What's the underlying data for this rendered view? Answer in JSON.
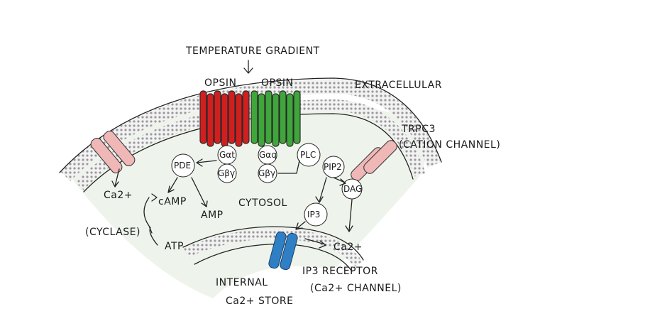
{
  "labels": {
    "temperature_gradient": "TEMPERATURE GRADIENT",
    "opsin_left": "OPSIN",
    "opsin_right": "OPSIN",
    "extracellular": "EXTRACELLULAR",
    "trpc3": "TRPC3",
    "cation_channel": "(CATION CHANNEL)",
    "cytosol": "CYTOSOL",
    "ip3_receptor": "IP3 RECEPTOR",
    "ca_channel": "(Ca2+ CHANNEL)",
    "internal": "INTERNAL",
    "ca_store": "Ca2+ STORE"
  },
  "molecules": {
    "g_alpha_t": "Gαt",
    "g_beta_gamma_left": "Gβγ",
    "g_alpha_q": "Gαq",
    "g_beta_gamma_right": "Gβγ",
    "pde": "PDE",
    "plc": "PLC",
    "pip2": "PIP2",
    "dag": "DAG",
    "ip3": "IP3",
    "camp": "cAMP",
    "amp": "AMP",
    "atp": "ATP",
    "cyclase": "(CYCLASE)",
    "ca_left": "Ca2+",
    "ca_right": "Ca2+"
  },
  "colors": {
    "opsin_left": "#d01f1f",
    "opsin_right": "#3ea63a",
    "trpc_channel": "#f0b7b7",
    "ip3_receptor": "#2f7fc4",
    "cytosol": "#eef4ec",
    "membrane": "#d8d8d8"
  }
}
